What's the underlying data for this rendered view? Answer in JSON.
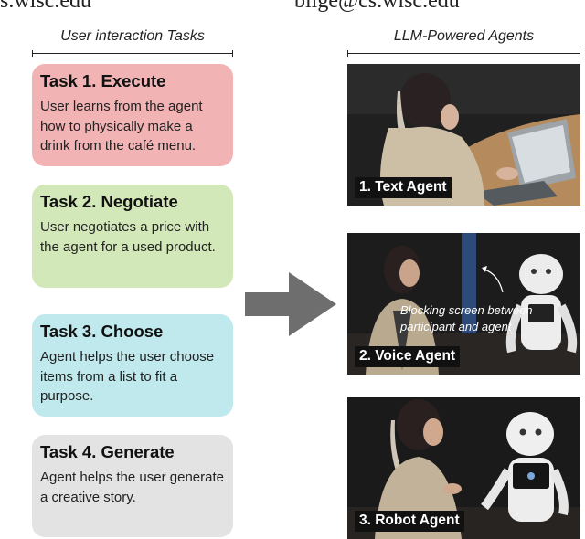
{
  "header": {
    "email_left": "s.wisc.edu",
    "email_right": "bilge@cs.wisc.edu"
  },
  "left_column": {
    "title": "User interaction Tasks",
    "tasks": [
      {
        "title": "Task 1. Execute",
        "description": "User learns from the agent how to physically make a drink from the café menu.",
        "color": "#f2b3b5"
      },
      {
        "title": "Task 2. Negotiate",
        "description": "User negotiates a price with the agent for a used product.",
        "color": "#d3e8b8"
      },
      {
        "title": "Task 3. Choose",
        "description": "Agent helps the user choose items from a list to fit a purpose.",
        "color": "#bfe9ec"
      },
      {
        "title": "Task 4. Generate",
        "description": "Agent helps the user generate a creative story.",
        "color": "#e3e3e3"
      }
    ]
  },
  "arrow": {
    "color": "#6e6e6e"
  },
  "right_column": {
    "title": "LLM-Powered Agents",
    "agents": [
      {
        "caption": "1. Text Agent"
      },
      {
        "caption": "2. Voice Agent",
        "note": "Blocking screen between participant and agent"
      },
      {
        "caption": "3. Robot Agent"
      }
    ]
  }
}
